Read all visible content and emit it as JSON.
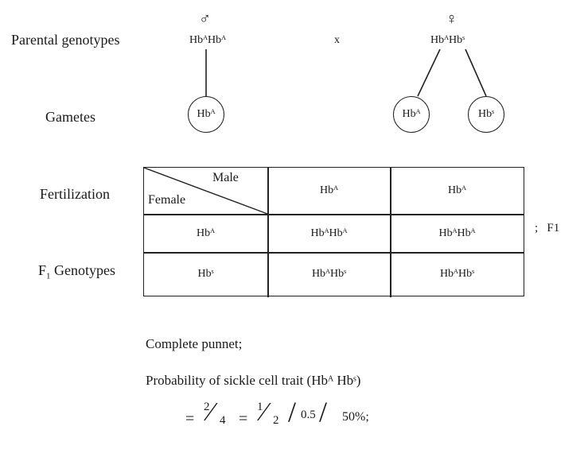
{
  "labels": {
    "parental": "Parental genotypes",
    "gametes": "Gametes",
    "fertilization": "Fertilization",
    "f1_genotypes_prefix": "F",
    "f1_genotypes_sub": "1",
    "f1_genotypes_suffix": " Genotypes"
  },
  "cross": {
    "male_symbol": "♂",
    "female_symbol": "♀",
    "male_genotype": "HbᴬHbᴬ",
    "cross_sign": "x",
    "female_genotype": "HbᴬHbˢ"
  },
  "gametes": {
    "male": [
      "Hbᴬ"
    ],
    "female": [
      "Hbᴬ",
      "Hbˢ"
    ]
  },
  "punnett": {
    "corner_male": "Male",
    "corner_female": "Female",
    "col_headers": [
      "Hbᴬ",
      "Hbᴬ"
    ],
    "rows": [
      {
        "header": "Hbᴬ",
        "cells": [
          "HbᴬHbᴬ",
          "HbᴬHbᴬ"
        ]
      },
      {
        "header": "Hbˢ",
        "cells": [
          "HbᴬHbˢ",
          "HbᴬHbˢ"
        ]
      }
    ],
    "side_label": ";   F1"
  },
  "notes": {
    "complete": "Complete punnet;",
    "probability": "Probability of sickle cell trait (Hbᴬ Hbˢ)",
    "equation": {
      "eq1": "=",
      "f1_num": "2",
      "f1_den": "4",
      "eq2": "=",
      "f2_num": "1",
      "f2_den": "2",
      "sep1": "/",
      "decimal": "0.5",
      "sep2": "/",
      "percent": "50%;"
    }
  }
}
